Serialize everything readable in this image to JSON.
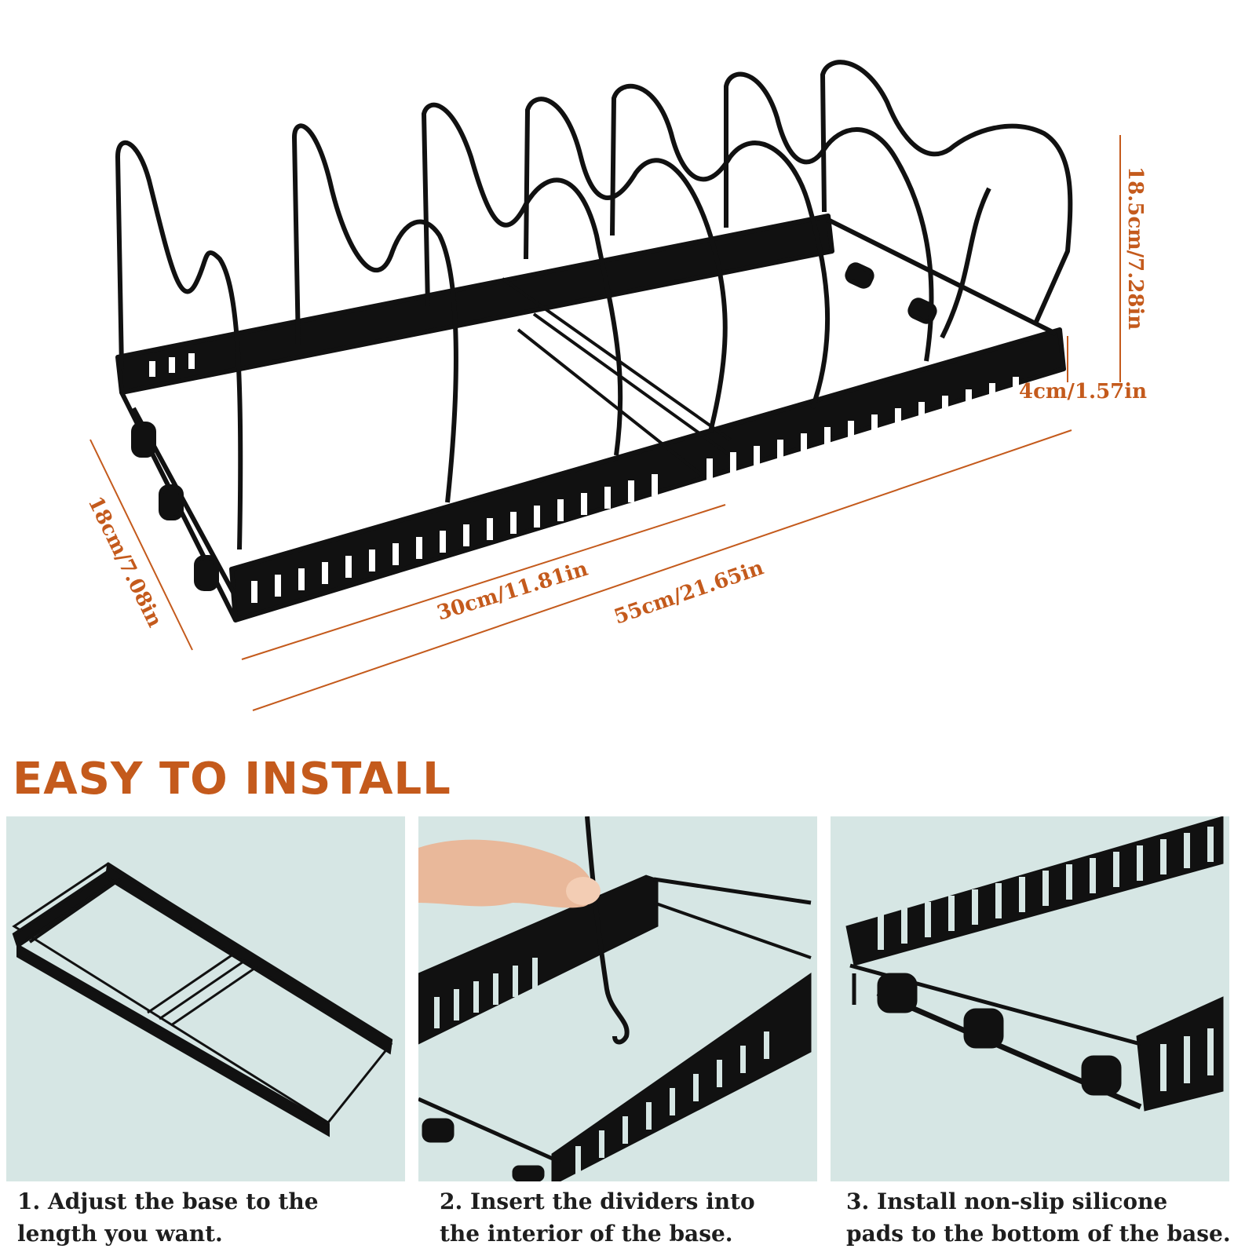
{
  "dimensions": {
    "width_total": "55cm/21.65in",
    "width_base": "30cm/11.81in",
    "depth": "18cm/7.08in",
    "height": "18.5cm/7.28in",
    "base_height": "4cm/1.57in"
  },
  "section_title": "EASY TO INSTALL",
  "steps": [
    {
      "line1": "1. Adjust the base to the",
      "line2": "length you want."
    },
    {
      "line1": "2. Insert the dividers into",
      "line2": "the interior of the base."
    },
    {
      "line1": "3. Install non-slip silicone",
      "line2": "pads to the bottom of the base."
    }
  ],
  "colors": {
    "accent": "#c45a1c",
    "panel_bg": "#d6e6e4",
    "metal": "#111111"
  }
}
